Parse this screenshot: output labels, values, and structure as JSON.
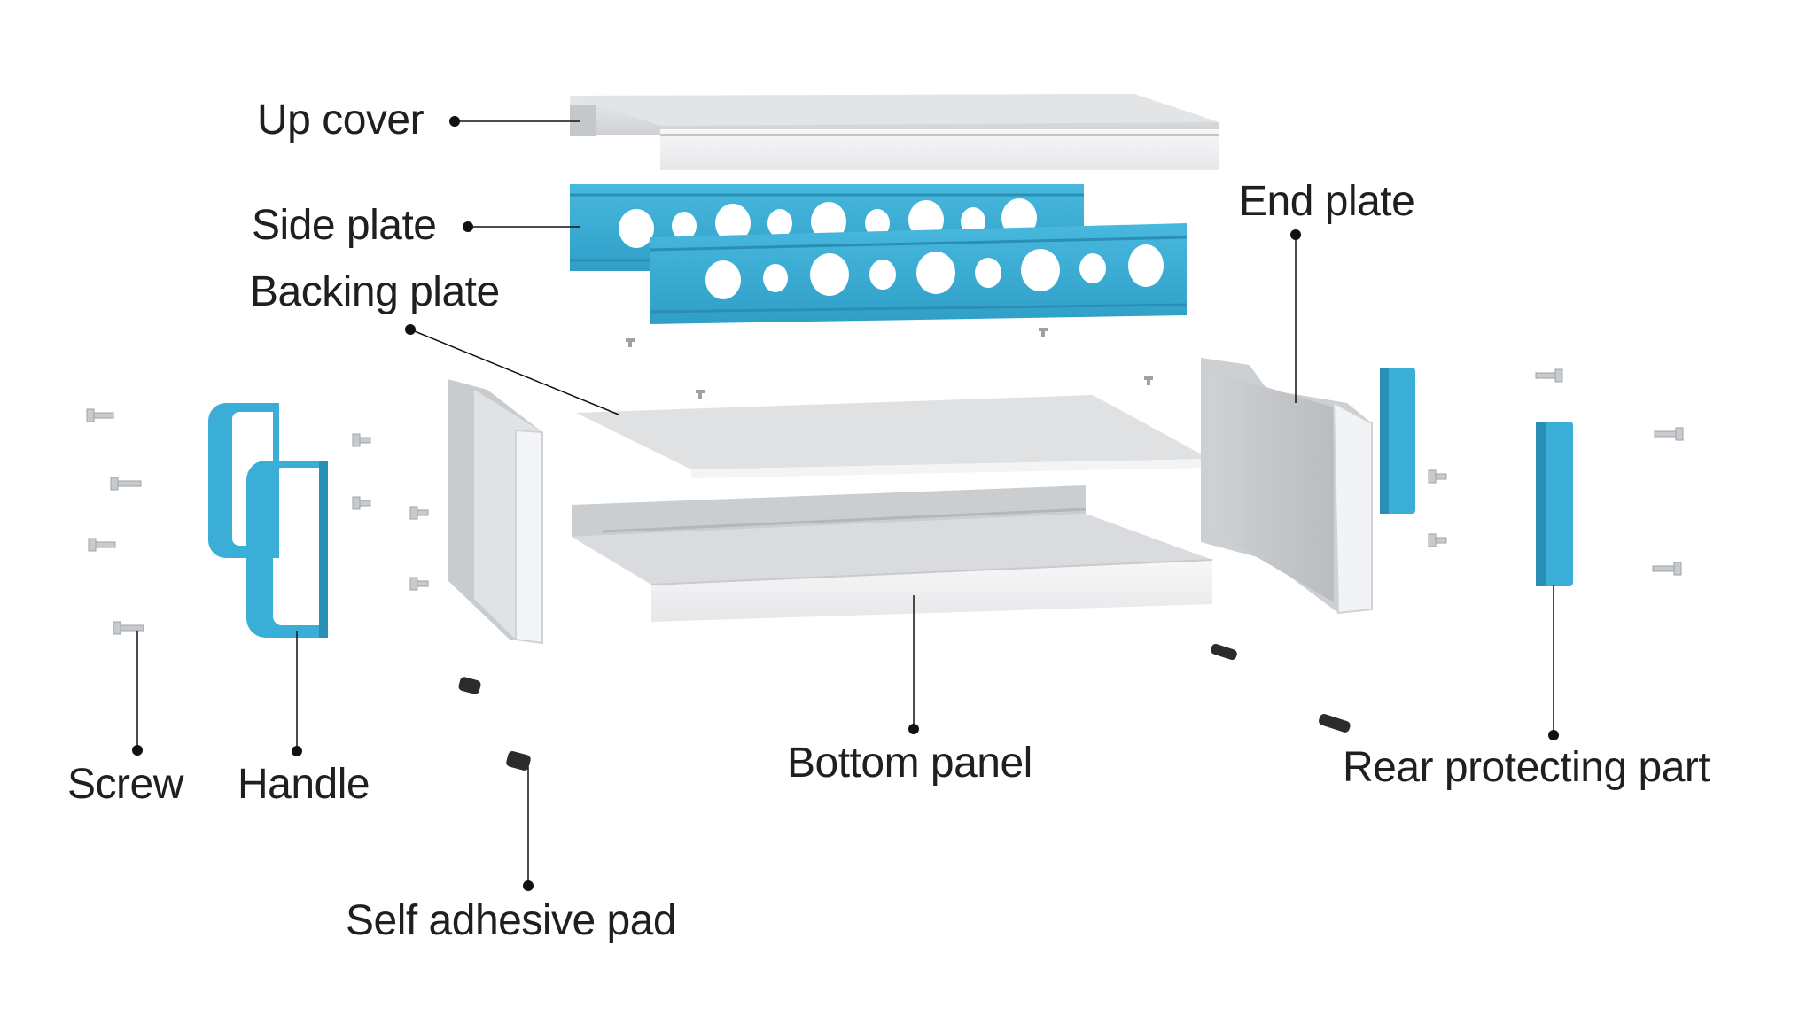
{
  "diagram": {
    "title": "Exploded view of aluminum instrument enclosure",
    "colors": {
      "accent_blue": "#3aaed6",
      "accent_blue_dark": "#2a8fb4",
      "aluminum_light": "#f1f2f4",
      "aluminum_mid": "#d6d8db",
      "aluminum_dark": "#b8bbbf",
      "pad": "#2b2b2b",
      "text": "#1f1f1f",
      "leader": "#111111"
    },
    "labels": {
      "up_cover": "Up cover",
      "side_plate": "Side plate",
      "backing_plate": "Backing plate",
      "end_plate": "End plate",
      "screw": "Screw",
      "handle": "Handle",
      "self_adhesive_pad": "Self adhesive pad",
      "bottom_panel": "Bottom panel",
      "rear_protecting_part": "Rear protecting part"
    }
  }
}
